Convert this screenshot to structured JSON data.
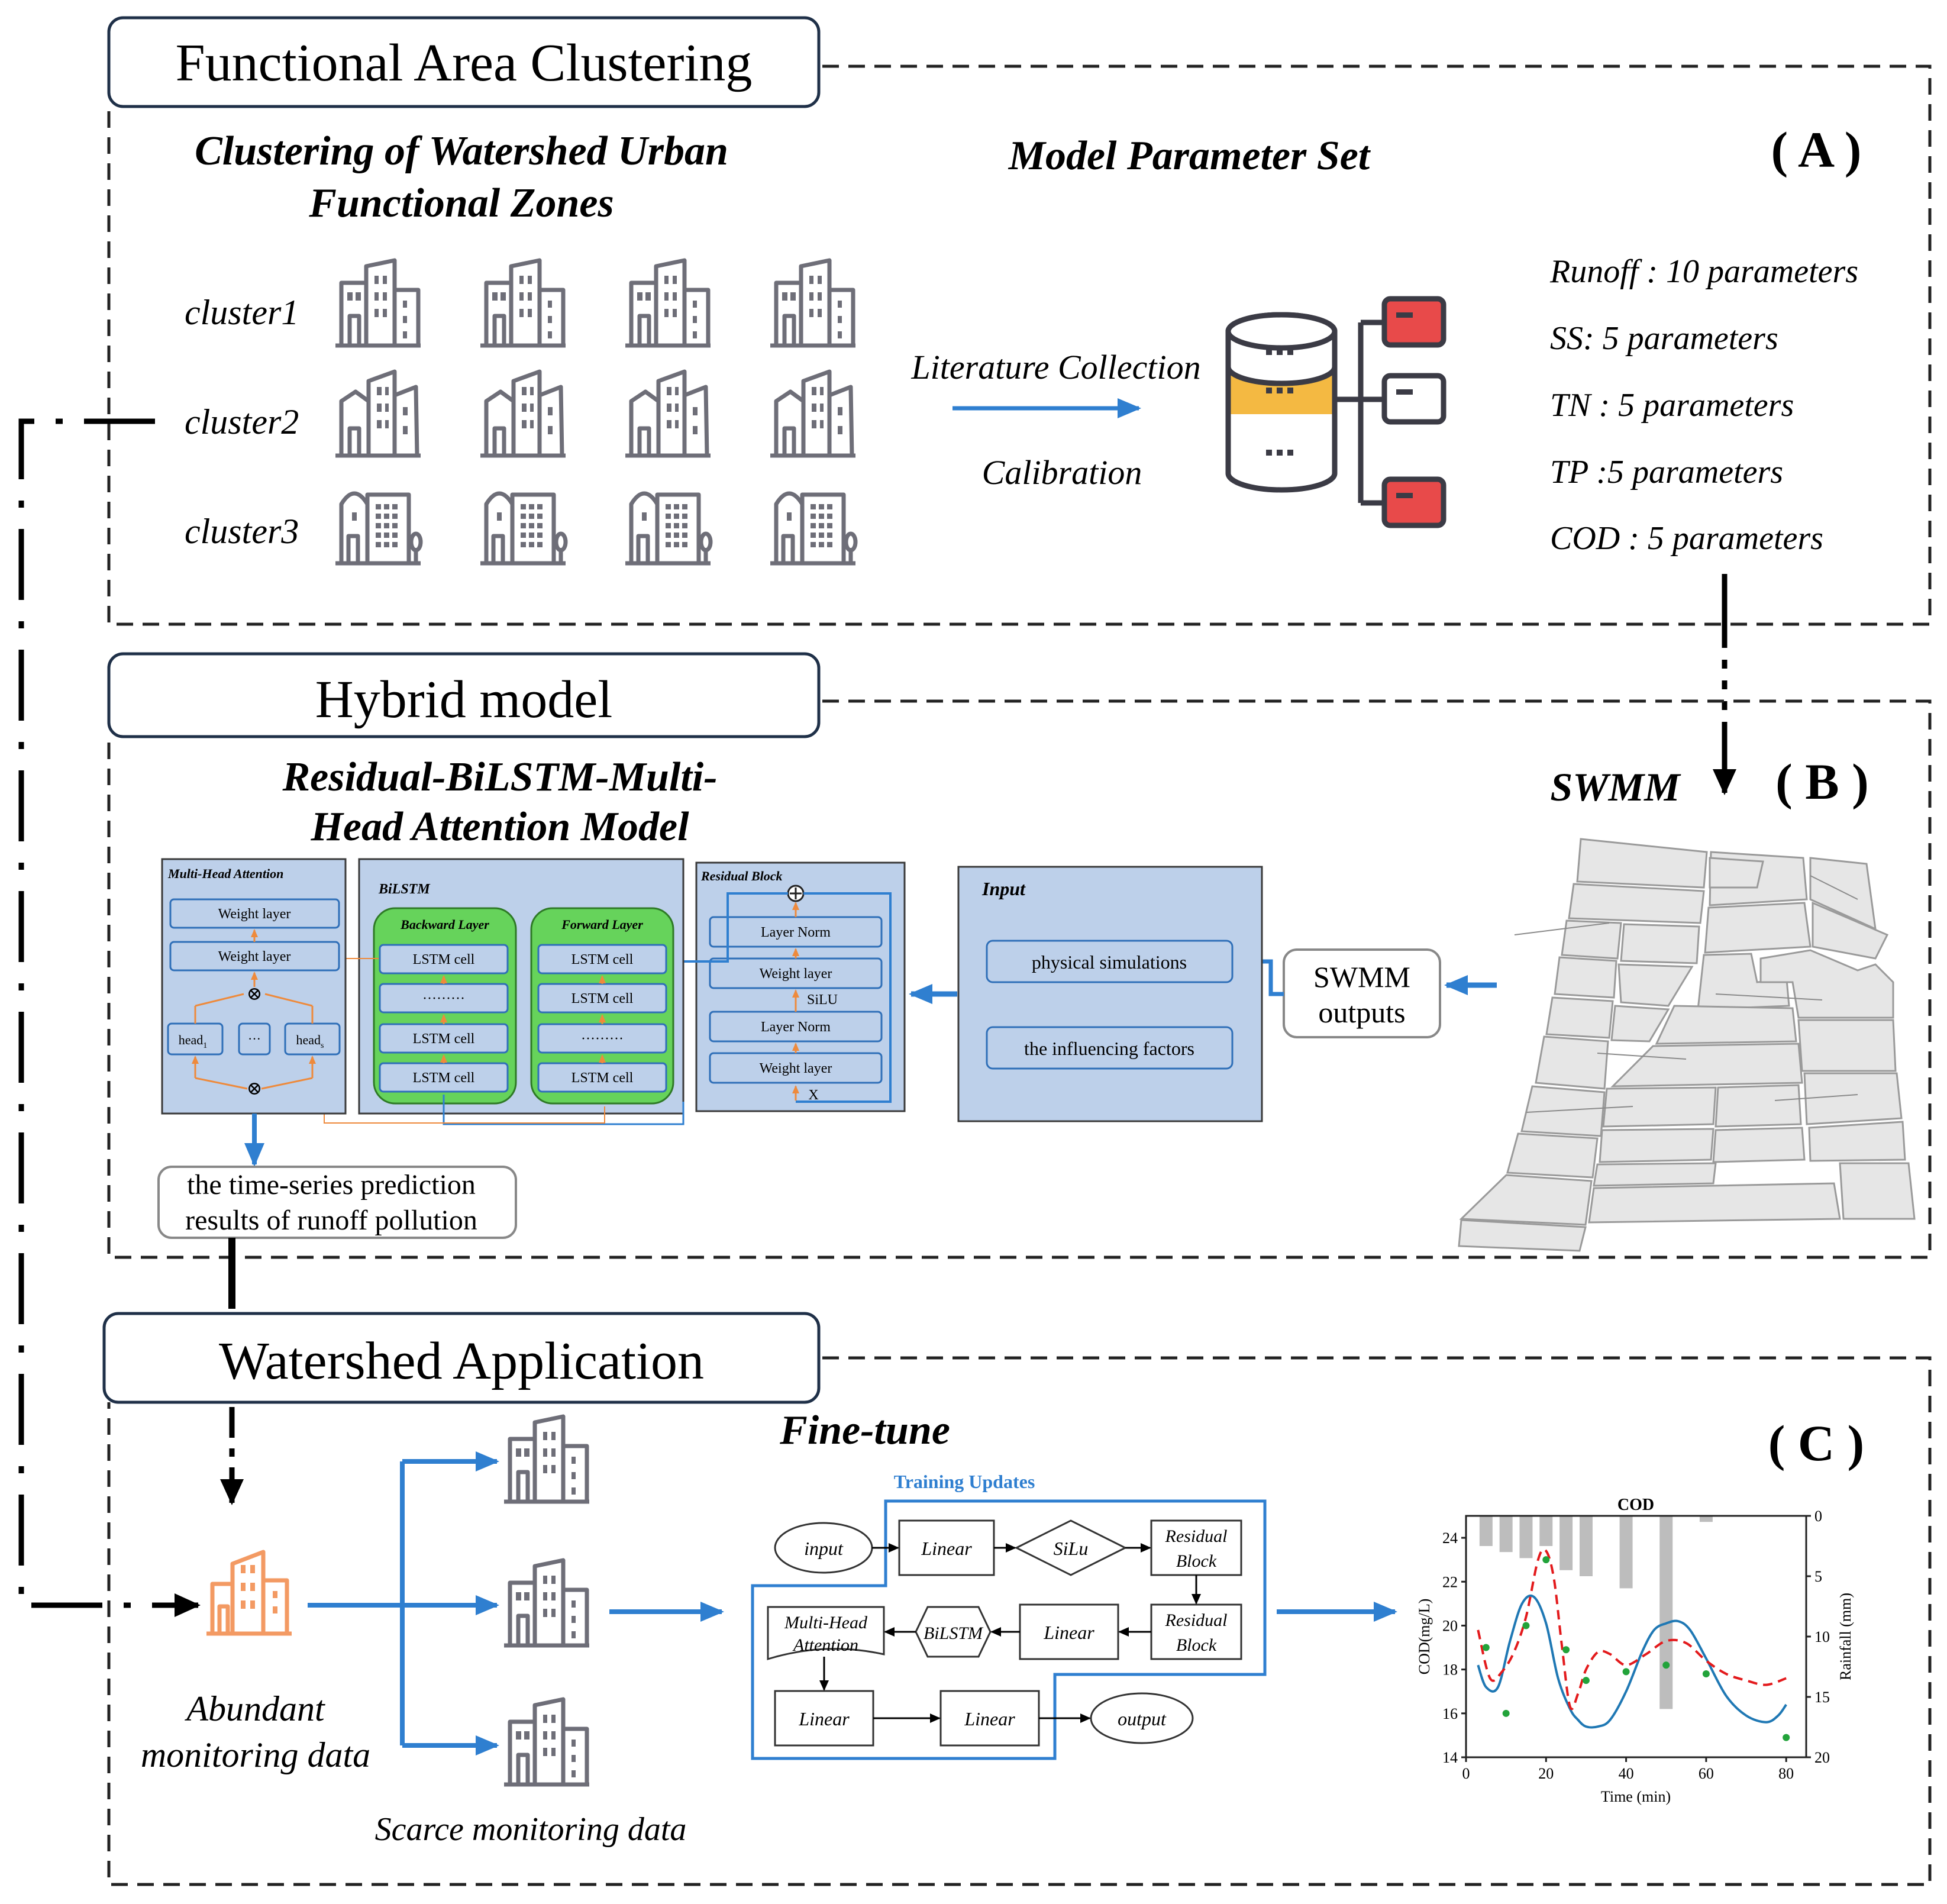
{
  "sectionA": {
    "title": "Functional Area Clustering",
    "letter": "( A )",
    "subtitle_line1": "Clustering of Watershed Urban",
    "subtitle_line2": "Functional Zones",
    "param_heading": "Model Parameter Set",
    "clusters": [
      "cluster1",
      "cluster2",
      "cluster3"
    ],
    "arrow_top": "Literature Collection",
    "arrow_bottom": "Calibration",
    "params": [
      "Runoff : 10 parameters",
      "SS: 5 parameters",
      "TN : 5 parameters",
      "TP :5 parameters",
      "COD : 5 parameters"
    ]
  },
  "sectionB": {
    "title": "Hybrid model",
    "letter": "( B )",
    "model_line1": "Residual-BiLSTM-Multi-",
    "model_line2": "Head Attention Model",
    "swmm_label": "SWMM",
    "mha": {
      "title": "Multi-Head Attention",
      "weight1": "Weight layer",
      "weight2": "Weight layer",
      "head1": "head",
      "head1_sub": "1",
      "dots": "···",
      "heads": "head",
      "heads_sub": "s",
      "times": "⊗"
    },
    "bilstm": {
      "title": "BiLSTM",
      "backward": "Backward Layer",
      "forward": "Forward Layer",
      "cell": "LSTM cell",
      "dots": "·········"
    },
    "residual": {
      "title": "Residual Block",
      "layer_norm": "Layer Norm",
      "weight_layer": "Weight layer",
      "silu": "SiLU",
      "x": "X",
      "plus": "⊕"
    },
    "input": {
      "title": "Input",
      "physical": "physical simulations",
      "factors": "the influencing factors"
    },
    "swmm_outputs_1": "SWMM",
    "swmm_outputs_2": "outputs",
    "prediction_1": "the time-series prediction",
    "prediction_2": "results of runoff pollution"
  },
  "sectionC": {
    "title": "Watershed Application",
    "letter": "( C )",
    "finetune": "Fine-tune",
    "training_updates": "Training Updates",
    "abundant_1": "Abundant",
    "abundant_2": "monitoring data",
    "scarce": "Scarce monitoring data",
    "flow": {
      "input": "input",
      "linear": "Linear",
      "silu": "SiLu",
      "residual_1": "Residual",
      "residual_2": "Block",
      "bilstm": "BiLSTM",
      "mha_1": "Multi-Head",
      "mha_2": "Attention",
      "output": "output"
    }
  },
  "colors": {
    "blue_arrow": "#2f7fd0",
    "panel_fill": "#bdd0ea",
    "lstm_green": "#66d35b",
    "building_gray": "#6e6e78",
    "building_orange": "#f39a63",
    "server_red": "#e84a4a",
    "db_yellow": "#f4b942"
  },
  "chart_data": {
    "type": "line",
    "title": "COD",
    "xlabel": "Time (min)",
    "ylabel": "COD(mg/L)",
    "y2label": "Rainfall (mm)",
    "xlim": [
      0,
      85
    ],
    "ylim": [
      14,
      25
    ],
    "y2lim": [
      20,
      0
    ],
    "xticks": [
      0,
      20,
      40,
      60,
      80
    ],
    "yticks": [
      14,
      16,
      18,
      20,
      22,
      24
    ],
    "y2ticks": [
      0,
      5,
      10,
      15,
      20
    ],
    "rainfall": {
      "x": [
        5,
        10,
        15,
        20,
        25,
        30,
        40,
        50,
        60
      ],
      "values": [
        2.5,
        3,
        3.5,
        2.5,
        4.5,
        5,
        6,
        16,
        0.5
      ]
    },
    "observed": {
      "x": [
        5,
        10,
        15,
        20,
        25,
        30,
        40,
        50,
        60,
        80
      ],
      "values": [
        19.0,
        16.0,
        20.0,
        23.0,
        18.9,
        17.5,
        17.9,
        18.2,
        17.8,
        14.9
      ]
    },
    "series": [
      {
        "line": "solid",
        "x": [
          3,
          5,
          8,
          11,
          14,
          17,
          20,
          23,
          26,
          28,
          30,
          33,
          36,
          40,
          44,
          47,
          50,
          53,
          56,
          60,
          65,
          70,
          75,
          78,
          80
        ],
        "values": [
          18.2,
          17.2,
          17.2,
          19.3,
          21.0,
          21.3,
          20.1,
          17.6,
          16.2,
          15.7,
          15.4,
          15.4,
          15.7,
          17.0,
          18.8,
          19.8,
          20.1,
          20.2,
          19.8,
          18.5,
          16.8,
          15.9,
          15.6,
          15.9,
          16.4
        ]
      },
      {
        "line": "dashed",
        "x": [
          3,
          6,
          9,
          12,
          15,
          18,
          20,
          22,
          24,
          26,
          28,
          30,
          33,
          36,
          40,
          45,
          50,
          55,
          60,
          65,
          70,
          75,
          80
        ],
        "values": [
          19.8,
          17.6,
          17.9,
          18.8,
          20.4,
          23.0,
          23.4,
          22.1,
          19.0,
          16.3,
          16.9,
          18.0,
          18.8,
          18.7,
          18.2,
          18.7,
          19.3,
          19.2,
          18.4,
          17.8,
          17.5,
          17.3,
          17.6
        ]
      }
    ]
  }
}
